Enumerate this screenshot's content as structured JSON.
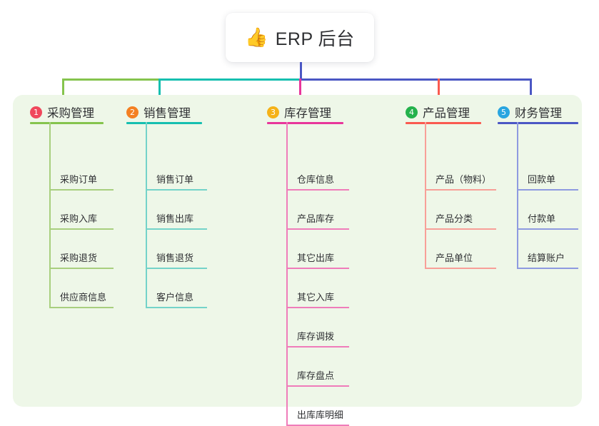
{
  "root": {
    "icon": "thumbs-up-icon",
    "emoji": "👍",
    "label": "ERP 后台"
  },
  "palette": {
    "panel_bg": "#eef7e8",
    "canvas_bg": "#ffffff",
    "text": "#2f3033",
    "root_connector": "#4b57c4",
    "green": "#85c44d",
    "teal": "#16bfb0",
    "pink": "#e8369b",
    "red": "#fa5a50",
    "blue": "#4b57c4"
  },
  "branches": [
    {
      "number": "1",
      "badge_color": "#f0485c",
      "line_color": "#85c44d",
      "sub_line_color": "#a8cf7e",
      "title": "采购管理",
      "items": [
        "采购订单",
        "采购入库",
        "采购退货",
        "供应商信息"
      ]
    },
    {
      "number": "2",
      "badge_color": "#f48022",
      "line_color": "#16bfb0",
      "sub_line_color": "#74d3c9",
      "title": "销售管理",
      "items": [
        "销售订单",
        "销售出库",
        "销售退货",
        "客户信息"
      ]
    },
    {
      "number": "3",
      "badge_color": "#f5b218",
      "line_color": "#e8369b",
      "sub_line_color": "#ef7cba",
      "title": "库存管理",
      "items": [
        "仓库信息",
        "产品库存",
        "其它出库",
        "其它入库",
        "库存调拨",
        "库存盘点",
        "出库库明细"
      ]
    },
    {
      "number": "4",
      "badge_color": "#24b24c",
      "line_color": "#fa5a50",
      "sub_line_color": "#f89f98",
      "title": "产品管理",
      "items": [
        "产品（物料）",
        "产品分类",
        "产品单位"
      ]
    },
    {
      "number": "5",
      "badge_color": "#29a5e0",
      "line_color": "#4b57c4",
      "sub_line_color": "#8e9ae0",
      "title": "财务管理",
      "items": [
        "回款单",
        "付款单",
        "结算账户"
      ]
    }
  ]
}
